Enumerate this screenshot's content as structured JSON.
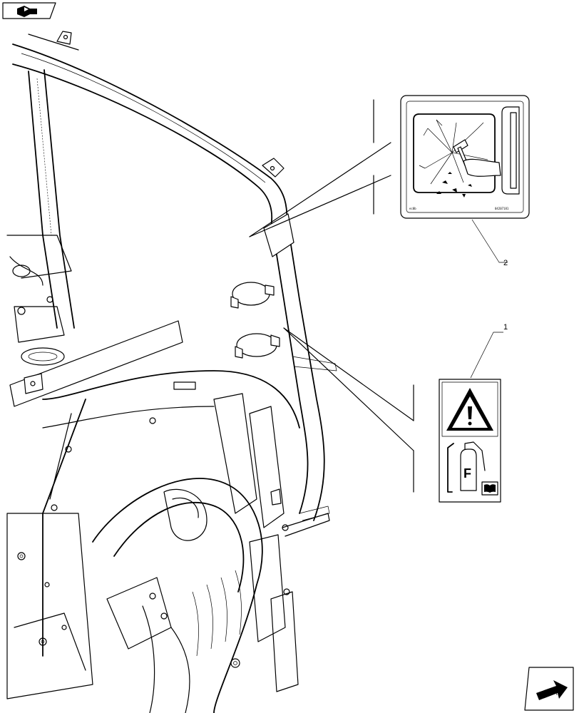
{
  "nav": {
    "top_left_icon": "book-arrow-icon",
    "bottom_right_icon": "next-arrow-icon"
  },
  "callouts": [
    {
      "number": "1",
      "target": "warning-fire-extinguisher-decal"
    },
    {
      "number": "2",
      "target": "break-glass-decal"
    }
  ],
  "decals": {
    "break_glass": {
      "icon": "hammer-break-glass-icon",
      "left_code": "ec0b",
      "right_code": "04207181"
    },
    "warning_extinguisher": {
      "icons": [
        "warning-triangle-icon",
        "fire-extinguisher-icon",
        "manual-book-icon"
      ],
      "extinguisher_letter": "F"
    }
  },
  "drawing": {
    "subject": "cab-frame-line-art"
  }
}
